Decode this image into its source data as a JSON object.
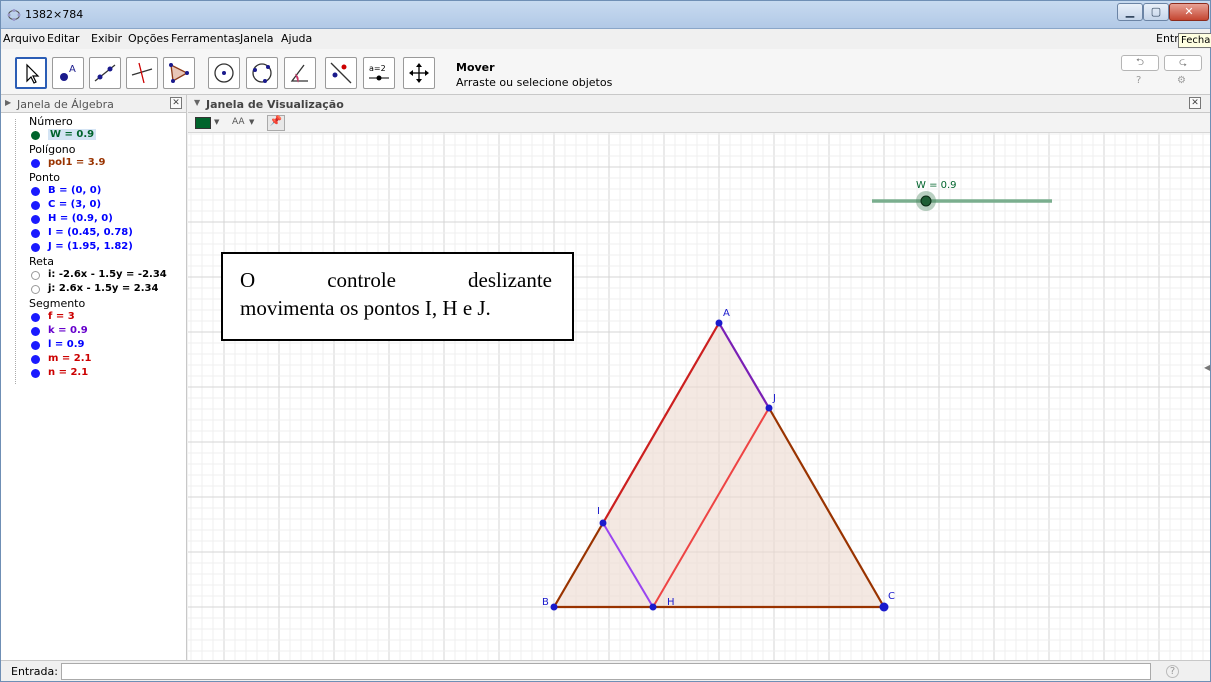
{
  "window": {
    "title": "1382×784",
    "close_tooltip": "Fechar"
  },
  "menu": [
    "Arquivo",
    "Editar",
    "Exibir",
    "Opções",
    "Ferramentas",
    "Janela",
    "Ajuda"
  ],
  "menu_right": "Entr",
  "toolbar": {
    "tool_name": "Mover",
    "tool_help": "Arraste ou selecione objetos",
    "slider_icon_label": "a=2"
  },
  "algebra": {
    "title": "Janela de Álgebra",
    "categories": {
      "numero": "Número",
      "poligono": "Polígono",
      "ponto": "Ponto",
      "reta": "Reta",
      "segmento": "Segmento"
    },
    "items": {
      "w": "W = 0.9",
      "pol1": "pol1 = 3.9",
      "B": "B = (0, 0)",
      "C": "C = (3, 0)",
      "H": "H = (0.9, 0)",
      "I": "I = (0.45, 0.78)",
      "J": "J = (1.95, 1.82)",
      "i": "i: -2.6x - 1.5y = -2.34",
      "j": "j: 2.6x - 1.5y = 2.34",
      "f": "f = 3",
      "k": "k = 0.9",
      "l": "l = 0.9",
      "m": "m = 2.1",
      "n": "n = 2.1"
    },
    "colors": {
      "number": "#00642c",
      "polygon": "#993300",
      "point": "#0000ff",
      "line": "#000000",
      "seg_f": "#cc0000",
      "seg_k": "#6600cc",
      "seg_l": "#0000ff",
      "seg_m": "#cc0000",
      "seg_n": "#cc0000"
    }
  },
  "view": {
    "title": "Janela de Visualização",
    "style_font_label": "AA"
  },
  "canvas": {
    "slider_label": "W = 0.9",
    "slider_value": 0.3,
    "point_labels": {
      "A": "A",
      "B": "B",
      "C": "C",
      "H": "H",
      "I": "I",
      "J": "J"
    }
  },
  "note": {
    "line1": [
      "O",
      "controle",
      "deslizante"
    ],
    "line2": "movimenta os pontos I, H e J."
  },
  "input": {
    "label": "Entrada:",
    "value": ""
  }
}
